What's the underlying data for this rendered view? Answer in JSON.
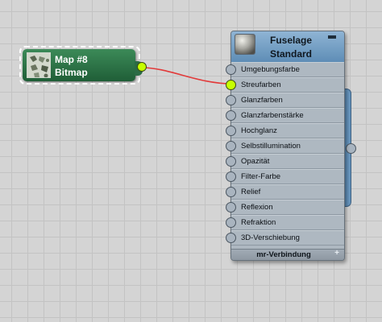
{
  "map_node": {
    "title": "Map #8",
    "subtitle": "Bitmap",
    "color": "#2a7145",
    "selected": true
  },
  "material_node": {
    "title": "Fuselage",
    "subtitle": "Standard",
    "header_color": "#6e9ac2",
    "slots": [
      {
        "label": "Umgebungsfarbe",
        "connected": false
      },
      {
        "label": "Streufarben",
        "connected": true
      },
      {
        "label": "Glanzfarben",
        "connected": false
      },
      {
        "label": "Glanzfarbenstärke",
        "connected": false
      },
      {
        "label": "Hochglanz",
        "connected": false
      },
      {
        "label": "Selbstillumination",
        "connected": false
      },
      {
        "label": "Opazität",
        "connected": false
      },
      {
        "label": "Filter-Farbe",
        "connected": false
      },
      {
        "label": "Relief",
        "connected": false
      },
      {
        "label": "Reflexion",
        "connected": false
      },
      {
        "label": "Refraktion",
        "connected": false
      },
      {
        "label": "3D-Verschiebung",
        "connected": false
      }
    ],
    "footer": "mr-Verbindung",
    "footer_icon": "+"
  },
  "wire_color": "#e23a3a",
  "port_active_color": "#c6ff00"
}
